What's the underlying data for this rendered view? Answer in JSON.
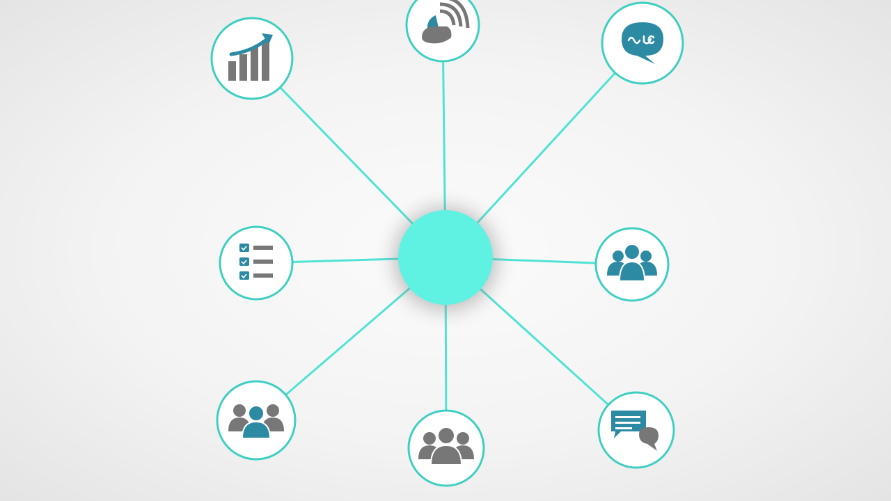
{
  "colors": {
    "connector": "#4fe3d6",
    "ring": "#3fcfc2",
    "hub_fill": "#5ff2e3",
    "icon_gray": "#777777",
    "icon_teal": "#2c8aa3",
    "node_fill": "#ffffff"
  },
  "hub": {
    "name": "central-hub"
  },
  "nodes": [
    {
      "id": "growth-chart",
      "icon": "growth-chart-icon"
    },
    {
      "id": "broadcast",
      "icon": "broadcast-icon"
    },
    {
      "id": "speech-bubble",
      "icon": "speech-bubble-icon"
    },
    {
      "id": "checklist",
      "icon": "checklist-icon"
    },
    {
      "id": "team",
      "icon": "team-icon"
    },
    {
      "id": "group-left",
      "icon": "group-icon"
    },
    {
      "id": "people",
      "icon": "people-icon"
    },
    {
      "id": "chat-messages",
      "icon": "chat-messages-icon"
    }
  ]
}
